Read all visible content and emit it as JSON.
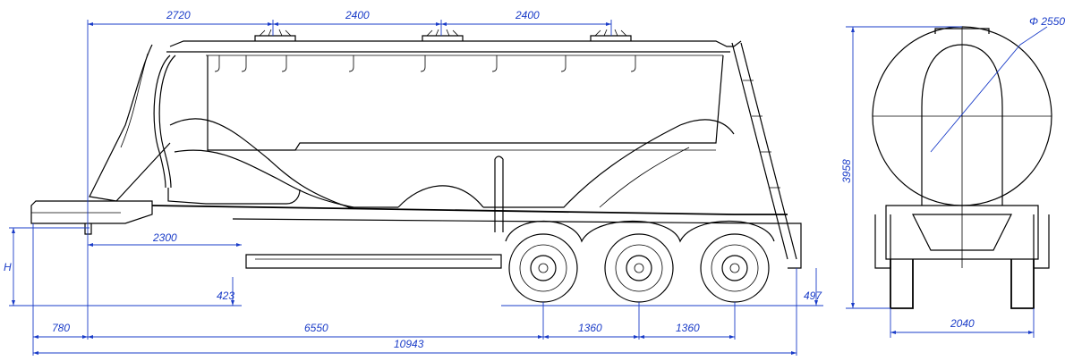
{
  "colors": {
    "ink": "#000000",
    "dimension": "#1a3cc8",
    "background": "#ffffff"
  },
  "dimensions": {
    "top_2720": "2720",
    "top_2400_a": "2400",
    "top_2400_b": "2400",
    "diameter": "Φ 2550",
    "height_3958": "3958",
    "height_h": "H",
    "height_423": "423",
    "height_497": "497",
    "kingpin_2300": "2300",
    "bottom_780": "780",
    "bottom_6550": "6550",
    "bottom_1360_a": "1360",
    "bottom_1360_b": "1360",
    "overall_10943": "10943",
    "rear_2040": "2040"
  }
}
